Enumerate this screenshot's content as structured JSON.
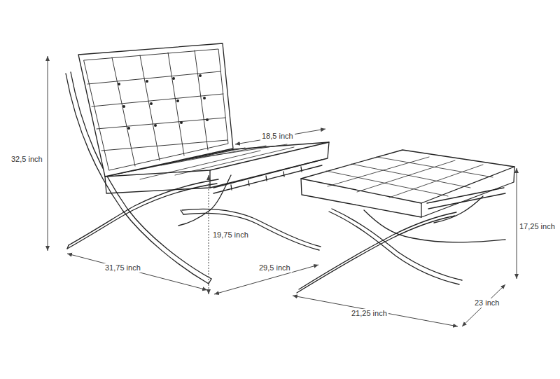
{
  "diagram": {
    "labels": [
      "32,5 inch",
      "18,5 inch",
      "19,75 inch",
      "31,75 inch",
      "29,5 inch",
      "17,25 inch",
      "21,25 inch",
      "23 inch"
    ]
  }
}
